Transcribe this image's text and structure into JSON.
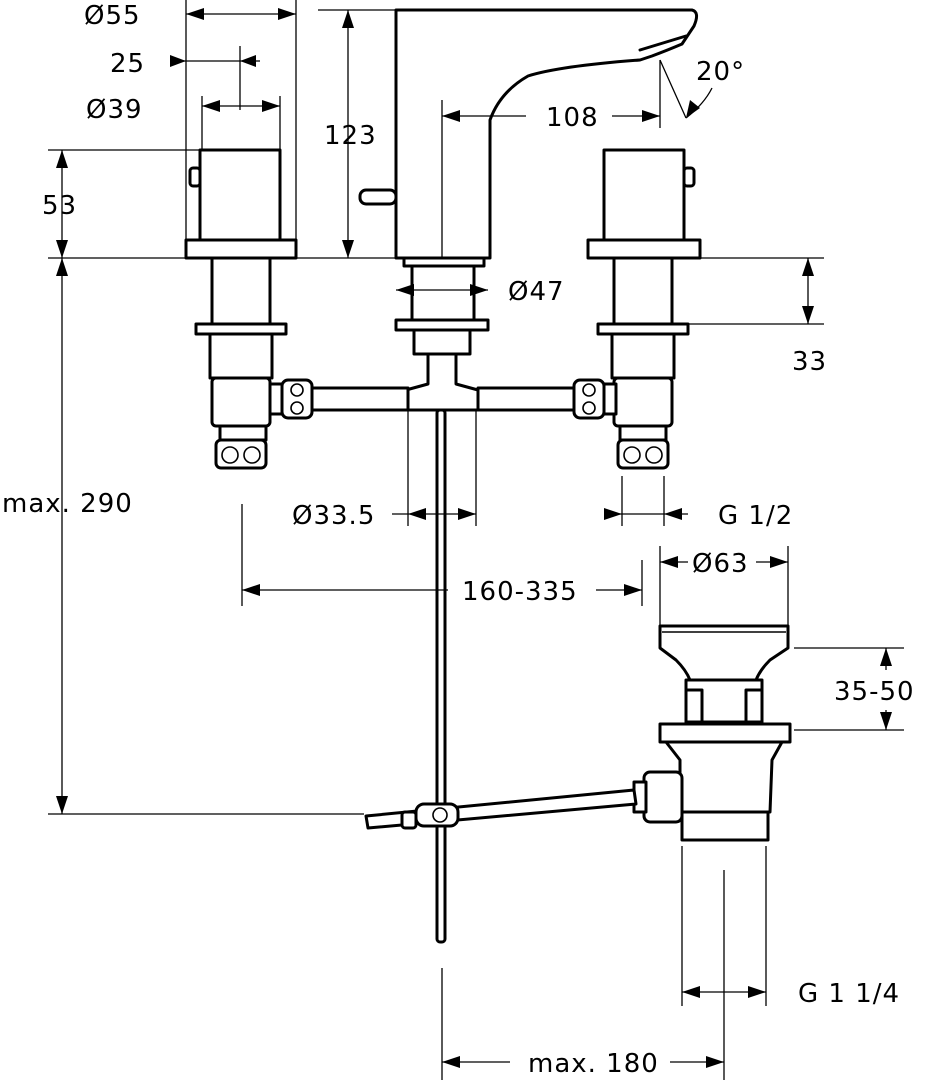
{
  "labels": {
    "d55": "Ø55",
    "d25": "25",
    "d39": "Ø39",
    "d53": "53",
    "d123": "123",
    "d108": "108",
    "angle": "20°",
    "d47": "Ø47",
    "d33": "33",
    "max290": "max. 290",
    "d33_5": "Ø33.5",
    "g12": "G 1/2",
    "d63": "Ø63",
    "range": "160-335",
    "d3550": "35-50",
    "g114": "G 1 1/4",
    "max180": "max. 180"
  }
}
